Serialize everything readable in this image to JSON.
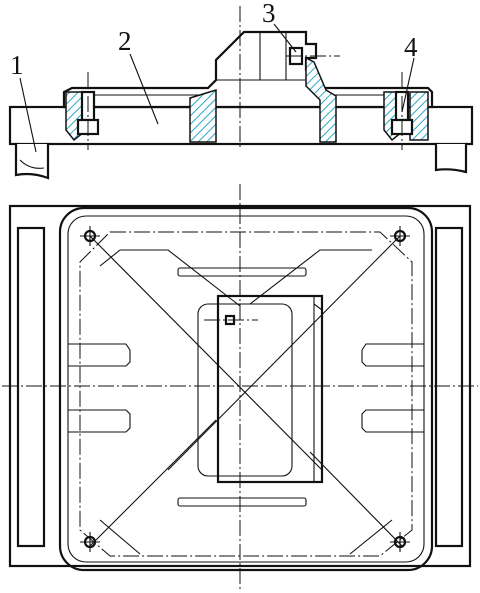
{
  "figure": {
    "callouts": [
      {
        "id": "callout-1",
        "text": "1"
      },
      {
        "id": "callout-2",
        "text": "2"
      },
      {
        "id": "callout-3",
        "text": "3"
      },
      {
        "id": "callout-4",
        "text": "4"
      }
    ],
    "colors": {
      "line": "#111111",
      "section_hatch": "#2aa9c9",
      "background": "#ffffff"
    }
  }
}
